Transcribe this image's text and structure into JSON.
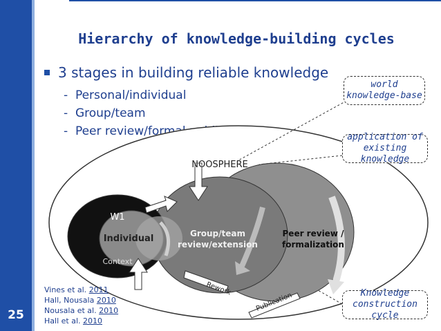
{
  "slide": {
    "number": "25",
    "title": "Hierarchy of knowledge-building cycles"
  },
  "content": {
    "main_point": "3 stages in building reliable knowledge",
    "sub_points": [
      "Personal/individual",
      "Group/team",
      "Peer review/formal publication"
    ]
  },
  "callouts": {
    "world_knowledge": "world knowledge-base",
    "application": "application of existing knowledge",
    "construction": "Knowledge construction cycle"
  },
  "diagram": {
    "noosphere": "NOOSPHERE",
    "w1": "W1",
    "individual": "Individual",
    "context": "Context",
    "group": [
      "Group/team",
      "review/extension"
    ],
    "peer": [
      "Peer review /",
      "formalization"
    ],
    "rework": "Rework",
    "publication": "Publication"
  },
  "references": [
    {
      "authors": "Vines et al.",
      "year": "2011"
    },
    {
      "authors": "Hall, Nousala",
      "year": "2010"
    },
    {
      "authors": "Nousala et al.",
      "year": "2010"
    },
    {
      "authors": "Hall et al.",
      "year": "2010"
    }
  ],
  "colors": {
    "brand": "#1f4fa6",
    "text": "#1f3f8f",
    "circle_peer": "#8f8f8f",
    "circle_group": "#7a7a7a",
    "circle_w1": "#111111"
  }
}
